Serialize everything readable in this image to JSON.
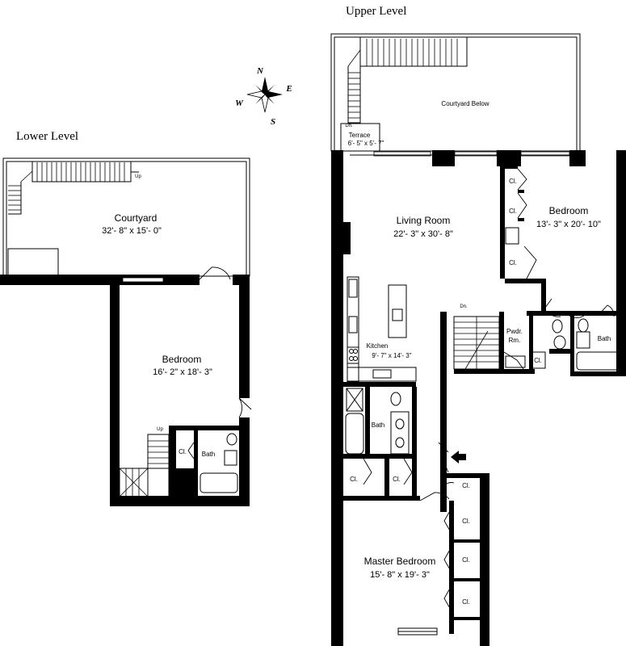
{
  "levels": {
    "upper": "Upper Level",
    "lower": "Lower Level"
  },
  "compass": {
    "n": "N",
    "e": "E",
    "s": "S",
    "w": "W"
  },
  "lower": {
    "courtyard": {
      "name": "Courtyard",
      "dim": "32'- 8\" x 15'- 0\""
    },
    "bedroom": {
      "name": "Bedroom",
      "dim": "16'- 2\" x 18'- 3\""
    },
    "bath": "Bath",
    "closet": "Cl.",
    "up_top": "Up",
    "up_stair": "Up"
  },
  "upper": {
    "courtyard_below": "Courtyard Below",
    "terrace": {
      "name": "Terrace",
      "dim": "6'- 5\" x 5'- 7\""
    },
    "living": {
      "name": "Living Room",
      "dim": "22'- 3\" x 30'- 8\""
    },
    "bedroom": {
      "name": "Bedroom",
      "dim": "13'- 3\" x 20'- 10\""
    },
    "kitchen": {
      "name": "Kitchen",
      "dim": "9'- 7\" x 14'- 3\""
    },
    "master": {
      "name": "Master Bedroom",
      "dim": "15'- 8\" x 19'- 3\""
    },
    "bath": "Bath",
    "pwdr": "Pwdr.",
    "rm": "Rm.",
    "closet": "Cl.",
    "dn": "Dn.",
    "dn_terrace": "Dn."
  }
}
